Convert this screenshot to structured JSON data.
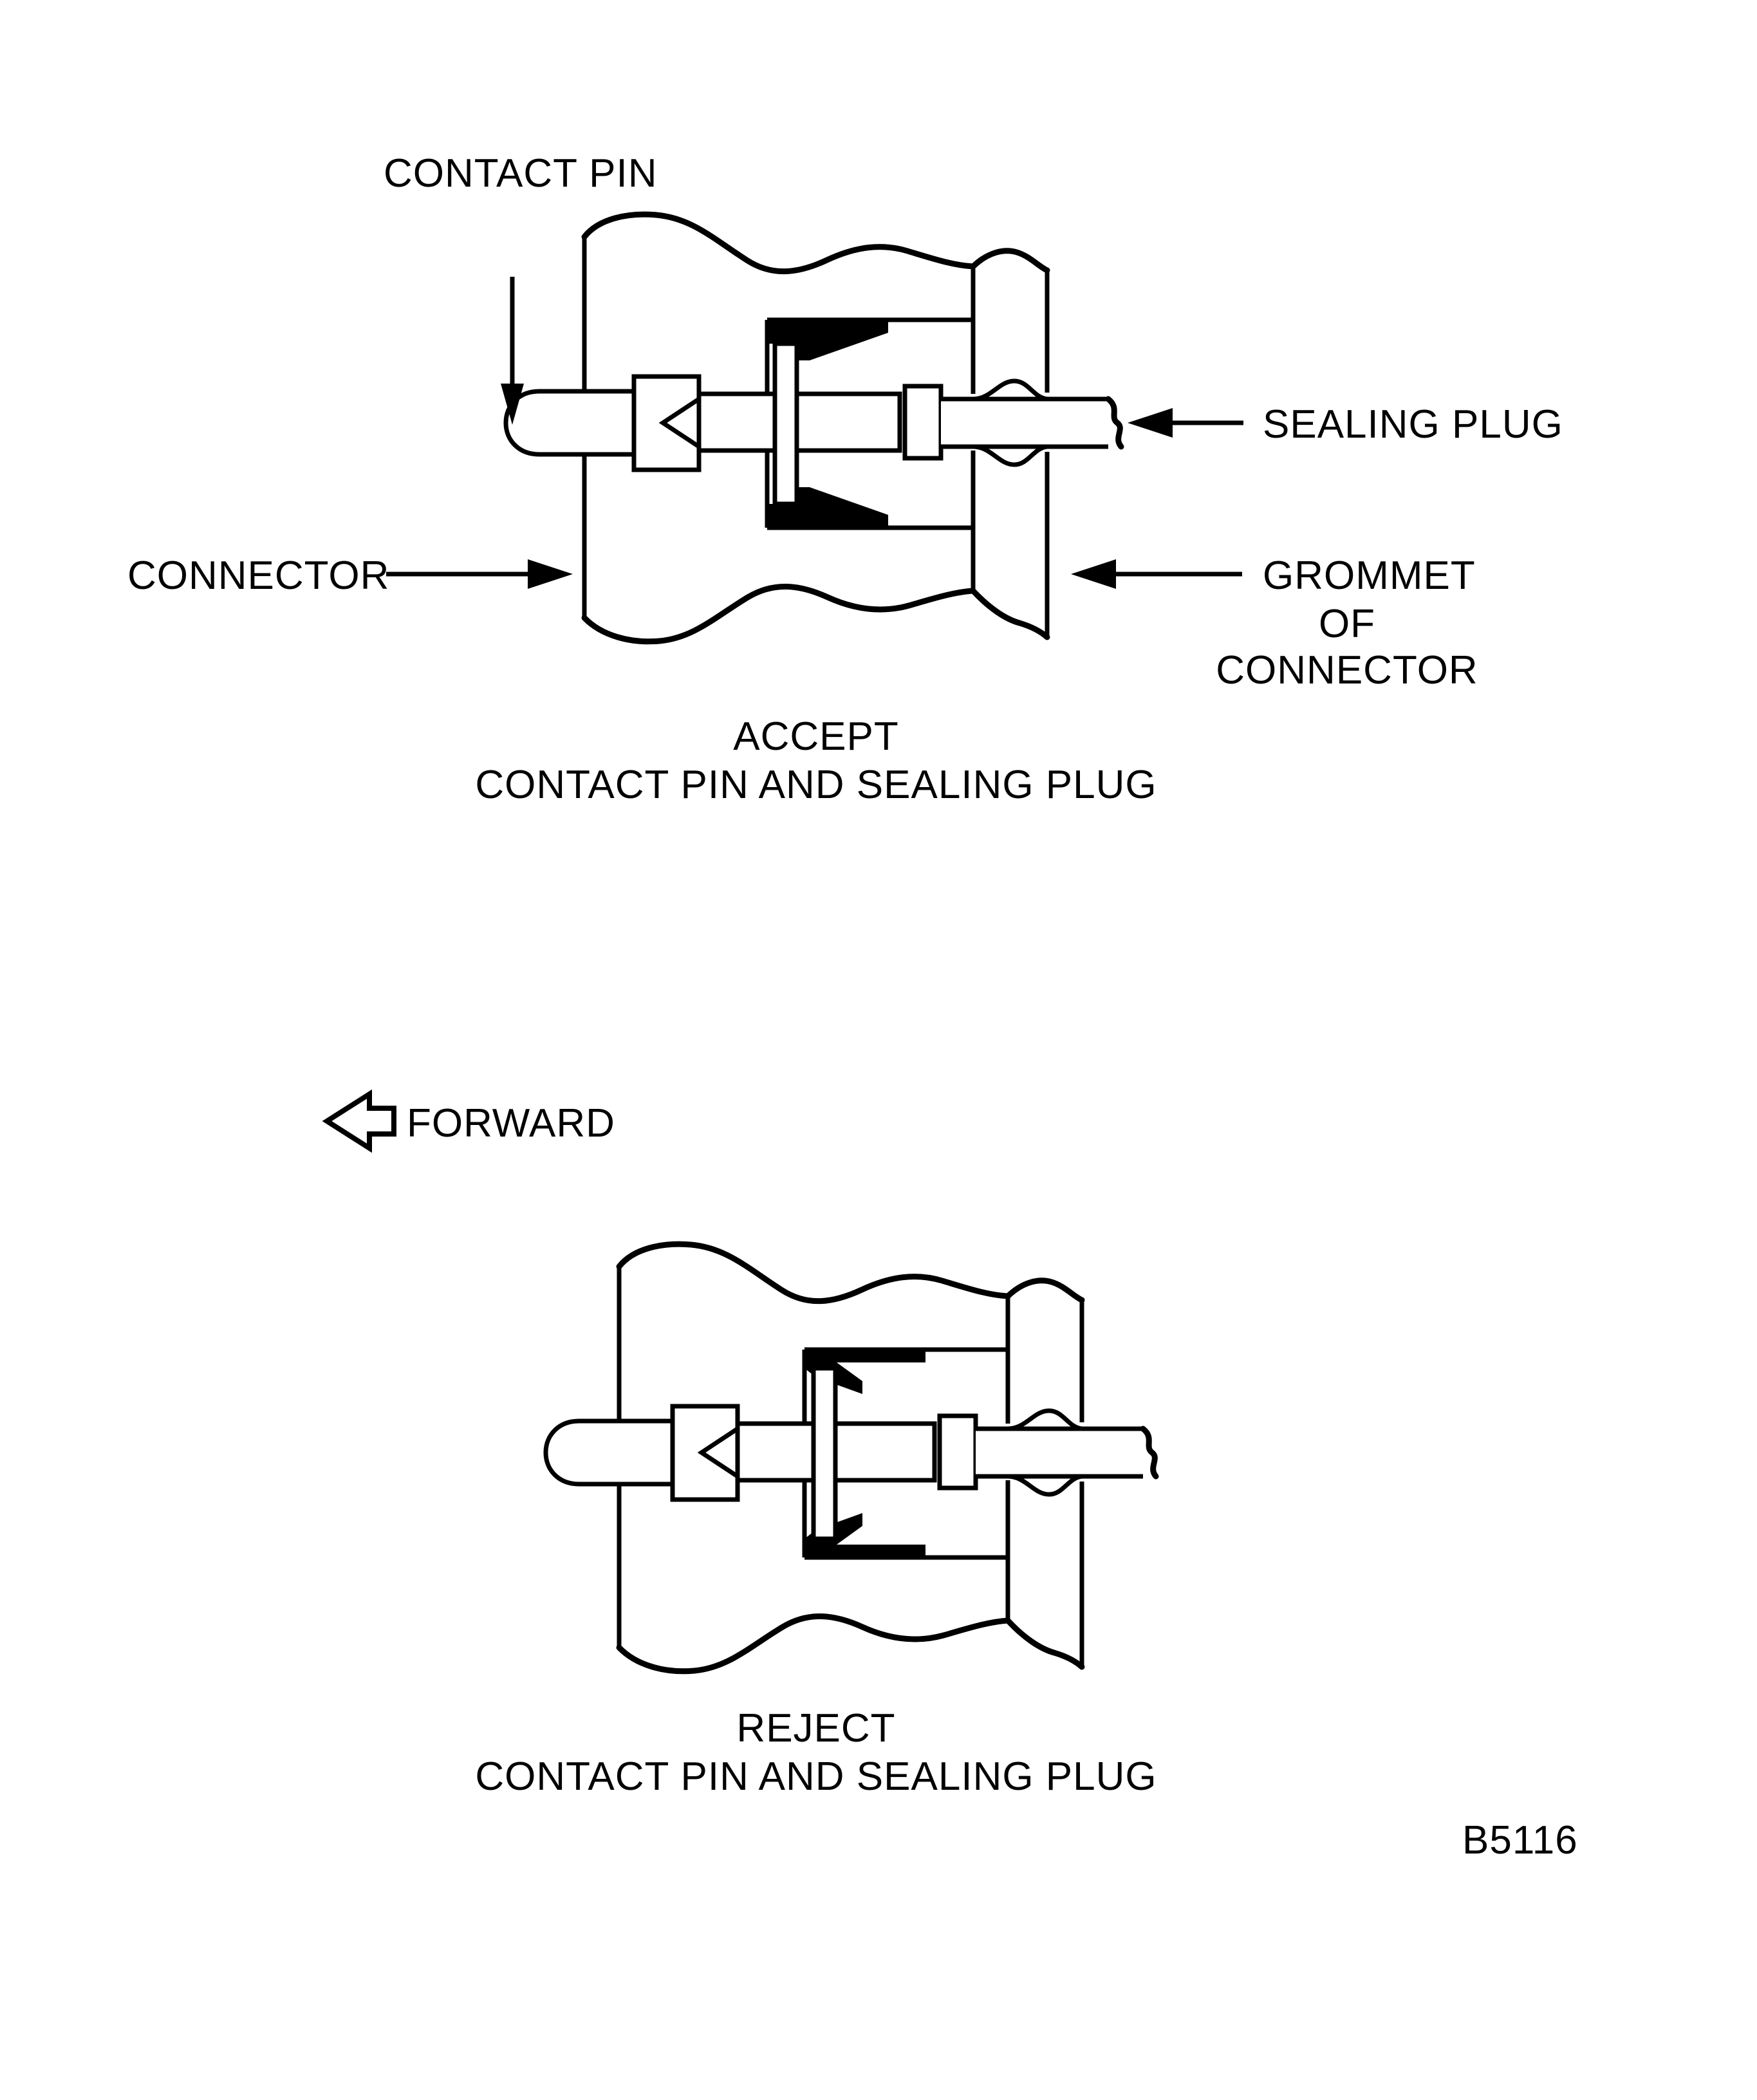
{
  "figure": {
    "number": "B5116",
    "title_accept": "ACCEPT",
    "title_reject": "REJECT"
  },
  "callouts": {
    "contact_pin": "CONTACT PIN",
    "sealing_plug": "SEALING PLUG",
    "connector": "CONNECTOR",
    "grommet_line1": "GROMMET",
    "grommet_line2": "OF",
    "grommet_line3": "CONNECTOR",
    "forward": "FORWARD"
  },
  "captions": {
    "accept_line1": "ACCEPT",
    "accept_line2": "CONTACT PIN AND SEALING PLUG",
    "reject_line1": "REJECT",
    "reject_line2": "CONTACT PIN AND SEALING PLUG"
  },
  "colors": {
    "ink": "#000000",
    "paper": "#ffffff"
  },
  "diagram_data": {
    "type": "technical-line-drawing",
    "subject": "Contact pin and sealing plug installation in connector grommet",
    "panels": [
      {
        "id": "accept",
        "verdict": "ACCEPT",
        "description": "Contact pin fully seated; retention tangs engaged behind the pin shoulder; sealing plug seated in grommet.",
        "parts": [
          "contact pin",
          "retention tangs",
          "connector",
          "grommet of connector",
          "sealing plug"
        ]
      },
      {
        "id": "reject",
        "verdict": "REJECT",
        "description": "Contact pin not fully seated; retention tangs deflected forward and not locked; sealing plug protruding.",
        "parts": [
          "contact pin",
          "retention tangs",
          "connector",
          "grommet of connector",
          "sealing plug"
        ]
      }
    ],
    "direction_key": {
      "label": "FORWARD",
      "arrow": "left"
    }
  }
}
